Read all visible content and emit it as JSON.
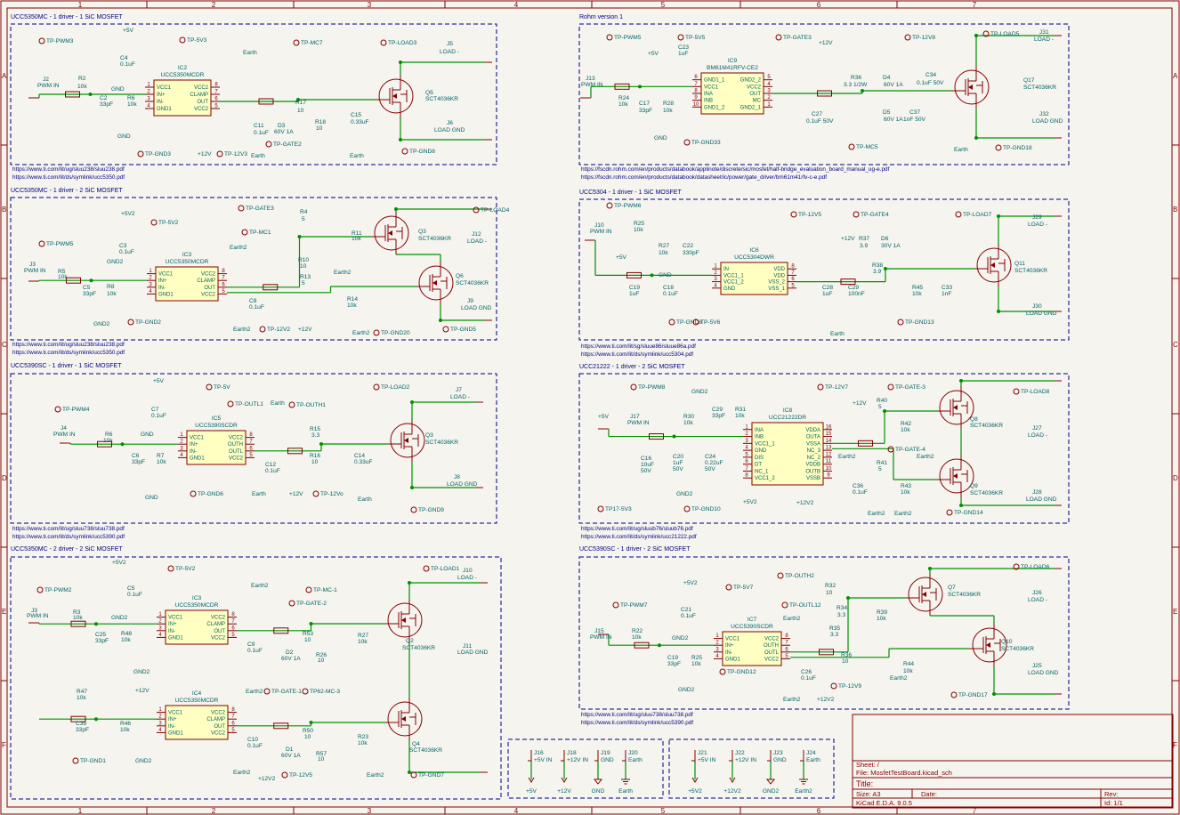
{
  "frame": {
    "columns": [
      "1",
      "2",
      "3",
      "4",
      "5",
      "6",
      "7"
    ],
    "rows": [
      "A",
      "B",
      "C",
      "D",
      "E",
      "F"
    ]
  },
  "title_block": {
    "sheet": "Sheet: /",
    "file": "File: MosfetTestBoard.kicad_sch",
    "title": "Title:",
    "size": "Size: A3",
    "date": "Date:",
    "rev": "Rev:",
    "kicad": "KiCad E.D.A. 9.0.5",
    "id": "Id: 1/1"
  },
  "colors": {
    "wire": "#009000",
    "symbol": "#840000",
    "ic_fill": "#ffffc2",
    "label": "#006464",
    "frame_box": "#000084",
    "background": "#f5f4ef"
  },
  "sections": [
    {
      "title": "UCC5350MC - 1 driver - 1 SiC MOSFET",
      "urls": [
        "https://www.ti.com/lit/ug/sluu238/sluu238.pdf",
        "https://www.ti.com/lit/ds/symlink/ucc5350.pdf"
      ],
      "ics": [
        {
          "ref": "IC2",
          "value": "UCC5350MCDR",
          "left": [
            "VCC1",
            "IN+",
            "IN-",
            "GND1"
          ],
          "lnum": [
            "1",
            "2",
            "3",
            "4"
          ],
          "right": [
            "VCC2",
            "CLAMP",
            "OUT",
            "VCC2"
          ],
          "rnum": [
            "8",
            "7",
            "6",
            "5"
          ]
        }
      ],
      "labels": [
        "TP-PWM3",
        "J2",
        "PWM IN",
        "R2",
        "10k",
        "C2",
        "33pF",
        "R6",
        "10k",
        "C4",
        "0.1uF",
        "+5V",
        "TP-5V3",
        "GND",
        "GND",
        "TP-GND3",
        "Earth",
        "TP-MC7",
        "TP-LOAD3",
        "J5",
        "LOAD -",
        "Q5",
        "SCT4036KR",
        "R17",
        "10",
        "D3",
        "60V 1A",
        "R18",
        "10",
        "C15",
        "0.33uF",
        "C11",
        "0.1uF",
        "+12V",
        "TP-12V3",
        "TP-GATE2",
        "Earth",
        "Earth",
        "J6",
        "LOAD GND",
        "TP-GND8"
      ]
    },
    {
      "title": "UCC5350MC - 1 driver - 2 SiC MOSFET",
      "urls": [
        "https://www.ti.com/lit/ug/sluu238/sluu238.pdf",
        "https://www.ti.com/lit/ds/symlink/ucc5350.pdf"
      ],
      "ics": [
        {
          "ref": "IC3",
          "value": "UCC5350MCDR",
          "left": [
            "VCC1",
            "IN+",
            "IN-",
            "GND1"
          ],
          "lnum": [
            "1",
            "2",
            "3",
            "4"
          ],
          "right": [
            "VCC2",
            "CLAMP",
            "OUT",
            "VCC2"
          ],
          "rnum": [
            "8",
            "7",
            "6",
            "5"
          ]
        }
      ],
      "labels": [
        "TP-PWM5",
        "J3",
        "PWM IN",
        "R5",
        "10k",
        "C5",
        "33pF",
        "R8",
        "10k",
        "C3",
        "0.1uF",
        "+5V2",
        "TP-5V2",
        "GND2",
        "GND2",
        "TP-GND2",
        "TP-GATE3",
        "Earth2",
        "TP-MC1",
        "R4",
        "5",
        "R11",
        "10k",
        "Q3",
        "SCT4036KR",
        "TP-LOAD4",
        "J12",
        "LOAD -",
        "R10",
        "10",
        "R13",
        "5",
        "R14",
        "10k",
        "Q6",
        "SCT4036KR",
        "J9",
        "LOAD GND",
        "C8",
        "0.1uF",
        "TP-12V2",
        "+12V",
        "Earth2",
        "Earth2",
        "TP-GND20",
        "TP-GND5",
        "Earth2"
      ]
    },
    {
      "title": "UCC5390SC - 1 driver - 1 SiC MOSFET",
      "urls": [
        "https://www.ti.com/lit/ug/sluu738/sluu738.pdf",
        "https://www.ti.com/lit/ds/symlink/ucc5390.pdf"
      ],
      "ics": [
        {
          "ref": "IC5",
          "value": "UCC5390SCDR",
          "left": [
            "VCC1",
            "IN+",
            "IN-",
            "GND1"
          ],
          "lnum": [
            "1",
            "2",
            "3",
            "4"
          ],
          "right": [
            "VCC2",
            "OUTH",
            "OUTL",
            "VCC2"
          ],
          "rnum": [
            "8",
            "7",
            "6",
            "5"
          ]
        }
      ],
      "labels": [
        "TP-PWM4",
        "J4",
        "PWM IN",
        "R6",
        "10k",
        "C6",
        "33pF",
        "R7",
        "10k",
        "C7",
        "0.1uF",
        "+5V",
        "TP-5V",
        "GND",
        "GND",
        "TP-GND6",
        "TP-OUTL1",
        "Earth",
        "TP-OUTH1",
        "R15",
        "3.3",
        "R16",
        "10",
        "C14",
        "0.33uF",
        "C12",
        "0.1uF",
        "Earth",
        "+12V",
        "TP-12Vo",
        "TP-LOAD2",
        "J7",
        "LOAD -",
        "Q3",
        "SCT4036KR",
        "J8",
        "LOAD GND",
        "TP-GND9",
        "Earth"
      ]
    },
    {
      "title": "UCC5350MC - 2 driver - 2 SiC MOSFET",
      "urls": [],
      "ics": [
        {
          "ref": "IC3",
          "value": "UCC5350MCDR",
          "left": [
            "VCC1",
            "IN+",
            "IN-",
            "GND1"
          ],
          "lnum": [
            "1",
            "2",
            "3",
            "4"
          ],
          "right": [
            "VCC2",
            "CLAMP",
            "OUT",
            "VCC2"
          ],
          "rnum": [
            "8",
            "7",
            "6",
            "5"
          ]
        },
        {
          "ref": "IC4",
          "value": "UCC5350MCDR",
          "left": [
            "VCC1",
            "IN+",
            "IN-",
            "GND1"
          ],
          "lnum": [
            "1",
            "2",
            "3",
            "4"
          ],
          "right": [
            "VCC2",
            "CLAMP",
            "OUT",
            "VCC2"
          ],
          "rnum": [
            "8",
            "7",
            "6",
            "5"
          ]
        }
      ],
      "labels": [
        "TP-PWM2",
        "J3",
        "PWM IN",
        "R3",
        "10k",
        "C25",
        "33pF",
        "R48",
        "10k",
        "C5",
        "0.1uF",
        "+5V2",
        "TP-5V2",
        "GND2",
        "GND2",
        "Earth2",
        "TP-MC-1",
        "TP-GATE-2",
        "R53",
        "10",
        "D2",
        "60V 1A",
        "R26",
        "10",
        "R27",
        "10k",
        "C9",
        "0.1uF",
        "TP-LOAD1",
        "J10",
        "LOAD -",
        "Q2",
        "SCT4036KR",
        "J11",
        "LOAD GND",
        "R47",
        "10k",
        "C35",
        "33pF",
        "R46",
        "10k",
        "+12V",
        "Earth2",
        "TP-GATE-1",
        "TP62-MC-3",
        "R50",
        "10",
        "D1",
        "60V 1A",
        "R57",
        "10",
        "R23",
        "10k",
        "C10",
        "0.1uF",
        "+12V2",
        "TP-12V5",
        "TP-GND1",
        "GND2",
        "Earth2",
        "Earth2",
        "TP-GND7",
        "Q4",
        "SCT4036KR"
      ]
    },
    {
      "title": "Rohm version 1",
      "urls": [
        "https://fscdn.rohm.com/en/products/databook/applinote/discrete/sic/mosfet/half-bridge_evaluation_board_manual_ug-e.pdf",
        "https://fscdn.rohm.com/en/products/databook/datasheet/ic/power/gate_driver/bm61m41rfv-c-e.pdf"
      ],
      "ics": [
        {
          "ref": "IC9",
          "value": "BM61M41RFV-CE2",
          "left": [
            "GND1_1",
            "VCC1",
            "INA",
            "INB",
            "GND1_2"
          ],
          "lnum": [
            "6",
            "7",
            "8",
            "9",
            "10"
          ],
          "right": [
            "GND2_2",
            "VCC2",
            "OUT",
            "MC",
            "GND2_1"
          ],
          "rnum": [
            "5",
            "4",
            "3",
            "2",
            "1"
          ]
        }
      ],
      "labels": [
        "TP-PWM5",
        "J13",
        "PWM IN",
        "R24",
        "10k",
        "C17",
        "33pF",
        "R28",
        "10k",
        "GND",
        "TP-GND33",
        "+5V",
        "TP-5V5",
        "C23",
        "1uF",
        "TP-GATE3",
        "+12V",
        "TP-12V8",
        "R36",
        "3.3 1/2W",
        "D4",
        "60V 1A",
        "D5",
        "60V 1A",
        "C27",
        "0.1uF 50V",
        "C37",
        "1nF 50V",
        "C34",
        "0.1uF 50V",
        "TP-MC5",
        "Earth",
        "TP-LOAD5",
        "J31",
        "LOAD -",
        "Q17",
        "SCT4036KR",
        "J32",
        "LOAD GND",
        "TP-GND18"
      ]
    },
    {
      "title": "UCC5304 - 1 driver - 1 SiC MOSFET",
      "urls": [
        "https://www.ti.com/lit/sg/sluue86/sluue86a.pdf",
        "https://www.ti.com/lit/ds/symlink/ucc5304.pdf"
      ],
      "ics": [
        {
          "ref": "IC6",
          "value": "UCC5304DWR",
          "left": [
            "IN",
            "VCC1_1",
            "VCC1_2",
            "GND"
          ],
          "lnum": [
            "1",
            "2",
            "3",
            "4"
          ],
          "right": [
            "VDD",
            "VDD",
            "VSS_2",
            "VSS_1"
          ],
          "rnum": [
            "8",
            "7",
            "6",
            "5"
          ]
        }
      ],
      "labels": [
        "TP-PWM6",
        "J10",
        "PWM IN",
        "R25",
        "10k",
        "R27",
        "10k",
        "C22",
        "330pF",
        "GND",
        "+5V",
        "C19",
        "1uF",
        "C18",
        "0.1uF",
        "TP-GND8",
        "TP-5V6",
        "TP-12V5",
        "TP-GATE4",
        "+12V",
        "R37",
        "3.9",
        "D6",
        "30V 1A",
        "R38",
        "3.9",
        "C28",
        "1uF",
        "C29",
        "100nF",
        "R45",
        "10k",
        "C33",
        "1nF",
        "Earth",
        "TP-GND13",
        "TP-LOAD7",
        "J29",
        "LOAD -",
        "Q11",
        "SCT4036KR",
        "J30",
        "LOAD GND"
      ]
    },
    {
      "title": "UCC21222 - 1 driver - 2 SiC MOSFET",
      "urls": [
        "https://www.ti.com/lit/ug/sluub76/sluub76.pdf",
        "https://www.ti.com/lit/ds/symlink/ucc21222.pdf"
      ],
      "ics": [
        {
          "ref": "IC8",
          "value": "UCC21222DR",
          "left": [
            "INA",
            "INB",
            "VCC1_1",
            "GND",
            "DIS",
            "DT",
            "NC_1",
            "VCC1_2"
          ],
          "lnum": [
            "1",
            "2",
            "3",
            "4",
            "5",
            "6",
            "7",
            "8"
          ],
          "right": [
            "VDDA",
            "OUTA",
            "VSSA",
            "NC_3",
            "NC_2",
            "VDDB",
            "OUTB",
            "VSSB"
          ],
          "rnum": [
            "16",
            "15",
            "14",
            "13",
            "12",
            "11",
            "10",
            "9"
          ]
        }
      ],
      "labels": [
        "TP-PWM8",
        "J17",
        "PWM IN",
        "+5V",
        "GND2",
        "C29",
        "33pF",
        "R30",
        "10k",
        "R31",
        "10k",
        "C16",
        "10uF",
        "50V",
        "C20",
        "1uF",
        "50V",
        "C24",
        "0.22uF",
        "50V",
        "GND2",
        "TP-GND10",
        "TP17-5V3",
        "+5V2",
        "TP-12V7",
        "+12V",
        "TP-GATE-3",
        "R40",
        "5",
        "R42",
        "10k",
        "TP-GATE-4",
        "R41",
        "5",
        "R43",
        "10k",
        "C36",
        "0.1uF",
        "Earth2",
        "Earth2",
        "Earth2",
        "Earth2",
        "+12V2",
        "TP-LOAD8",
        "J27",
        "LOAD -",
        "Q8",
        "SCT4036KR",
        "Q9",
        "SCT4036KR",
        "J28",
        "LOAD GND",
        "TP-GND14"
      ]
    },
    {
      "title": "UCC5390SC - 1 driver - 2 SiC MOSFET",
      "urls": [
        "https://www.ti.com/lit/ug/sluu738/sluu738.pdf",
        "https://www.ti.com/lit/ds/symlink/ucc5390.pdf"
      ],
      "ics": [
        {
          "ref": "IC7",
          "value": "UCC5390SCDR",
          "left": [
            "VCC1",
            "IN+",
            "IN-",
            "GND1"
          ],
          "lnum": [
            "1",
            "2",
            "3",
            "4"
          ],
          "right": [
            "VCC2",
            "OUTH",
            "OUTL",
            "VCC2"
          ],
          "rnum": [
            "8",
            "7",
            "6",
            "5"
          ]
        }
      ],
      "labels": [
        "TP-PWM7",
        "J15",
        "PWM IN",
        "R22",
        "10k",
        "C19",
        "33pF",
        "R25",
        "10k",
        "C21",
        "0.1uF",
        "+5V2",
        "TP-5V7",
        "GND2",
        "GND2",
        "TP-GND12",
        "TP-OUTH2",
        "TP-OUTL12",
        "Earth2",
        "R32",
        "10",
        "R34",
        "3.3",
        "R35",
        "3.3",
        "R36",
        "10",
        "R39",
        "10k",
        "R44",
        "10k",
        "C26",
        "0.1uF",
        "TP-12V9",
        "+12V2",
        "Earth2",
        "Earth2",
        "TP-LOAD6",
        "J26",
        "LOAD -",
        "Q7",
        "SCT4036KR",
        "Q10",
        "SCT4036KR",
        "J25",
        "LOAD GND",
        "TP-GND17"
      ]
    }
  ],
  "connectors": [
    {
      "ref": "J16",
      "name": "+5V IN",
      "net": "+5V",
      "kind": "power"
    },
    {
      "ref": "J18",
      "name": "+12V IN",
      "net": "+12V",
      "kind": "power"
    },
    {
      "ref": "J19",
      "name": "GND",
      "net": "GND",
      "kind": "gnd"
    },
    {
      "ref": "J20",
      "name": "Earth",
      "net": "Earth",
      "kind": "earth"
    },
    {
      "ref": "J21",
      "name": "+5V IN",
      "net": "+5V2",
      "kind": "power"
    },
    {
      "ref": "J22",
      "name": "+12V IN",
      "net": "+12V2",
      "kind": "power"
    },
    {
      "ref": "J23",
      "name": "GND",
      "net": "GND2",
      "kind": "gnd"
    },
    {
      "ref": "J24",
      "name": "Earth",
      "net": "Earth2",
      "kind": "earth"
    }
  ]
}
